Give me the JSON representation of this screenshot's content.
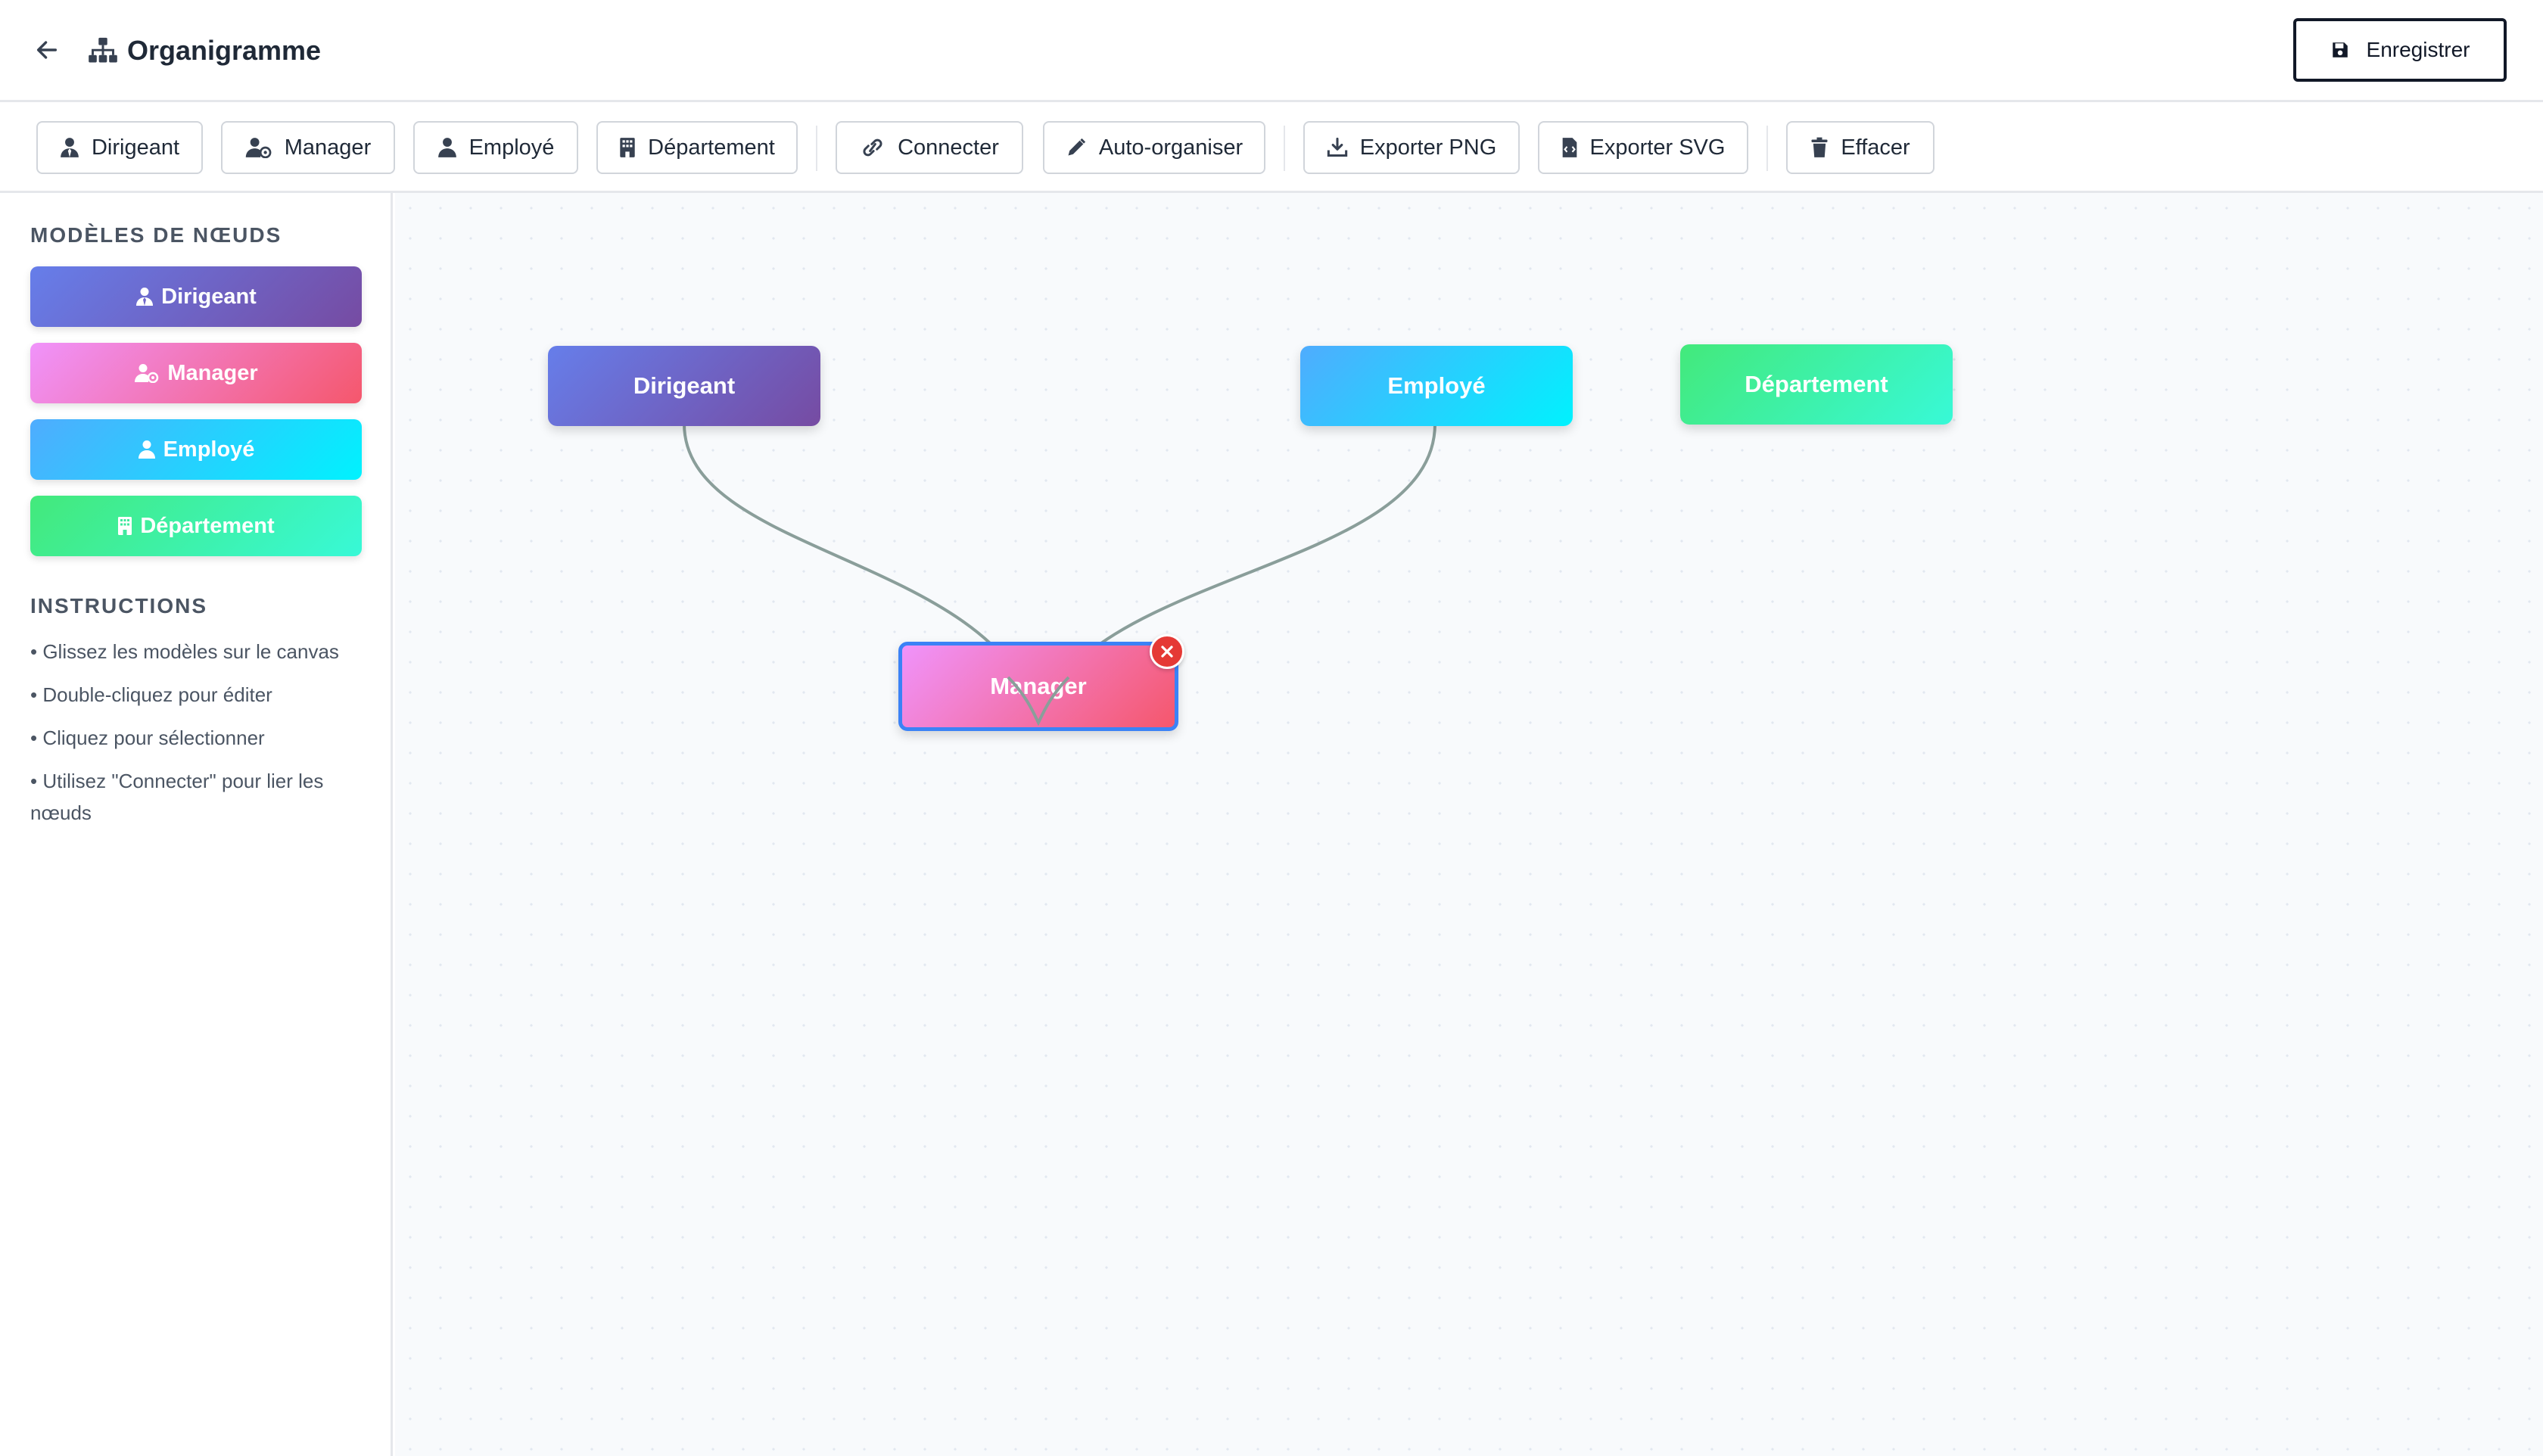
{
  "header": {
    "title": "Organigramme",
    "save_label": "Enregistrer",
    "icons": {
      "back": "arrow-left-icon",
      "title": "sitemap-icon",
      "save": "floppy-disk-icon"
    }
  },
  "toolbar": {
    "dirigeant": "Dirigeant",
    "manager": "Manager",
    "employe": "Employé",
    "departement": "Département",
    "connecter": "Connecter",
    "auto_organiser": "Auto-organiser",
    "exporter_png": "Exporter PNG",
    "exporter_svg": "Exporter SVG",
    "effacer": "Effacer"
  },
  "sidebar": {
    "templates_title": "MODÈLES DE NŒUDS",
    "templates": [
      {
        "label": "Dirigeant",
        "icon": "user-tie-icon"
      },
      {
        "label": "Manager",
        "icon": "user-gear-icon"
      },
      {
        "label": "Employé",
        "icon": "user-icon"
      },
      {
        "label": "Département",
        "icon": "building-icon"
      }
    ],
    "instructions_title": "INSTRUCTIONS",
    "instructions": [
      "• Glissez les modèles sur le canvas",
      "• Double-cliquez pour éditer",
      "• Cliquez pour sélectionner",
      "• Utilisez \"Connecter\" pour lier les nœuds"
    ]
  },
  "canvas": {
    "nodes": [
      {
        "id": "n1",
        "label": "Dirigeant",
        "type": "dirigeant"
      },
      {
        "id": "n2",
        "label": "Employé",
        "type": "employe"
      },
      {
        "id": "n3",
        "label": "Département",
        "type": "departement"
      },
      {
        "id": "n4",
        "label": "Manager",
        "type": "manager",
        "selected": true
      }
    ],
    "connections": [
      {
        "from": "n1",
        "to": "n4"
      },
      {
        "from": "n2",
        "to": "n4"
      }
    ],
    "colors": {
      "dirigeant": [
        "#667eea",
        "#764ba2"
      ],
      "manager": [
        "#f093fb",
        "#f5576c"
      ],
      "employe": [
        "#4facfe",
        "#00f2fe"
      ],
      "departement": [
        "#43e97b",
        "#38f9d7"
      ],
      "edge": "#8a9e9a",
      "selection": "#3b82f6",
      "delete": "#e53935"
    }
  }
}
